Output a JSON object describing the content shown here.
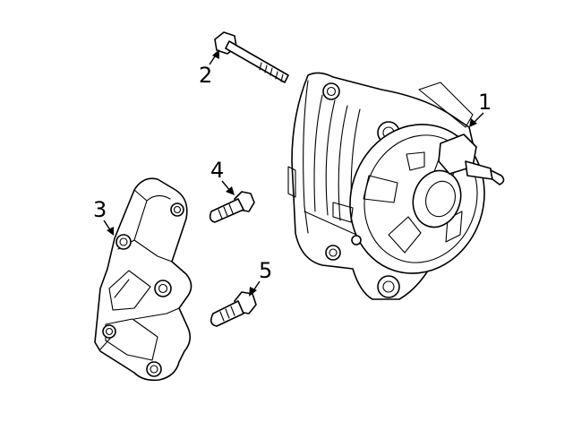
{
  "callouts": [
    {
      "id": "1",
      "label": "1",
      "part": "alternator"
    },
    {
      "id": "2",
      "label": "2",
      "part": "long-bolt"
    },
    {
      "id": "3",
      "label": "3",
      "part": "mounting-bracket"
    },
    {
      "id": "4",
      "label": "4",
      "part": "bolt"
    },
    {
      "id": "5",
      "label": "5",
      "part": "bolt"
    }
  ],
  "colors": {
    "line": "#000000",
    "background": "#ffffff"
  }
}
